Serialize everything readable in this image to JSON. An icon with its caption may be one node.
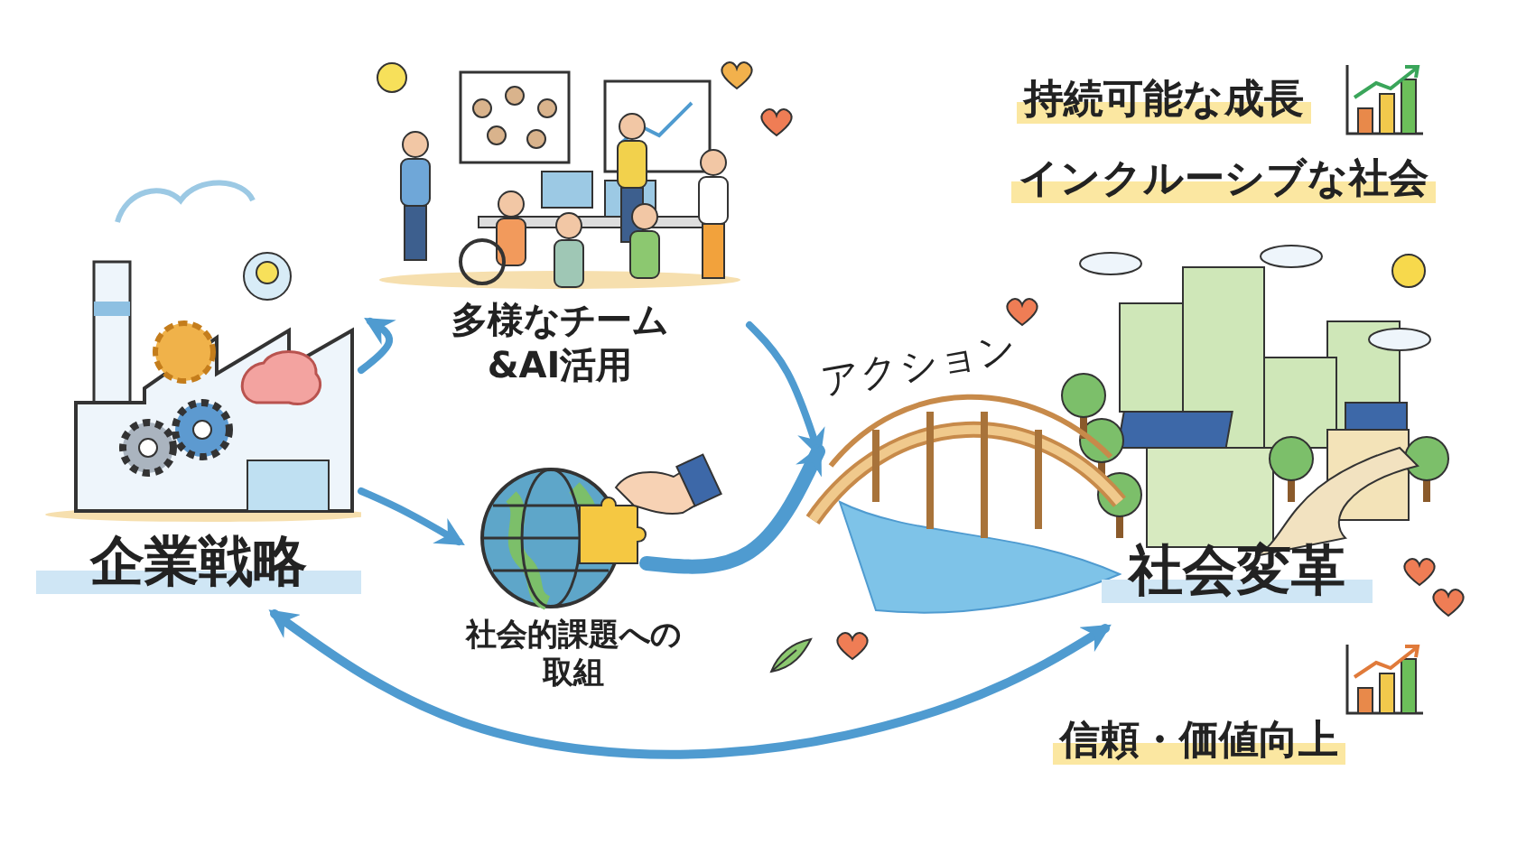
{
  "diagram": {
    "nodes": [
      {
        "text": [
          "企業戦略"
        ]
      },
      {
        "text": [
          "多様なチーム&AI活用"
        ]
      },
      {
        "text": [
          "社会的課題への取組"
        ]
      },
      {
        "text": [
          "社会変革"
        ]
      }
    ],
    "edges": [
      {
        "from": 0,
        "to": 1,
        "arrow": "to"
      },
      {
        "from": 0,
        "to": 2,
        "arrow": "to"
      },
      {
        "from": 1,
        "to": 3,
        "arrow": "to"
      },
      {
        "from": 2,
        "to": 3,
        "arrow": "to",
        "label": "アクション",
        "style": "thick"
      },
      {
        "from": 3,
        "to": 0,
        "arrow": "both"
      }
    ],
    "labels": [
      "持続可能な成長",
      "インクルーシブな社会",
      "信頼・価値向上"
    ]
  }
}
